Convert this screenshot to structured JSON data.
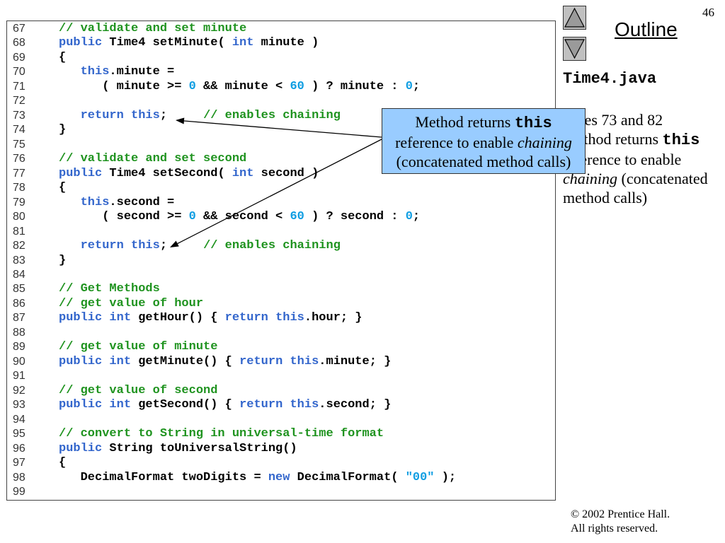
{
  "slide": {
    "page_number": "46",
    "outline_link": "Outline",
    "file_name": "Time4.java",
    "copyright": "© 2002 Prentice Hall.",
    "rights": "All rights reserved."
  },
  "nav": {
    "previous_icon": "triangle-up-icon",
    "next_icon": "triangle-down-icon"
  },
  "colors": {
    "comment": "#1f931f",
    "keyword": "#3366cc",
    "literal": "#0e9de2",
    "callout_fill": "#99ccff"
  },
  "side_note": {
    "line1": "Lines 73 and 82",
    "line2_text": "Method returns ",
    "line2_code": "this",
    "line3": "reference to enable",
    "line4_italic": "chaining",
    "line4_text": " (concatenated",
    "line5": "method calls)"
  },
  "callout": {
    "line1_text": "Method returns ",
    "line1_code": "this",
    "line2_text": "reference to enable ",
    "line2_italic": "chaining",
    "line3": "(concatenated method calls)"
  },
  "code": {
    "lines": [
      {
        "n": "67",
        "tokens": [
          {
            "comment": "// validate and set minute"
          }
        ]
      },
      {
        "n": "68",
        "tokens": [
          {
            "keyword": "public"
          },
          {
            "text": " Time4 setMinute( "
          },
          {
            "keyword": "int"
          },
          {
            "text": " minute )"
          }
        ]
      },
      {
        "n": "69",
        "tokens": [
          {
            "text": "{"
          }
        ]
      },
      {
        "n": "70",
        "tokens": [
          {
            "text": "   "
          },
          {
            "keyword": "this"
          },
          {
            "text": ".minute ="
          }
        ]
      },
      {
        "n": "71",
        "tokens": [
          {
            "text": "      ( minute >= "
          },
          {
            "literal": "0"
          },
          {
            "text": " && minute < "
          },
          {
            "literal": "60"
          },
          {
            "text": " ) ? minute : "
          },
          {
            "literal": "0"
          },
          {
            "text": ";"
          }
        ]
      },
      {
        "n": "72",
        "tokens": []
      },
      {
        "n": "73",
        "tokens": [
          {
            "text": "   "
          },
          {
            "keyword": "return"
          },
          {
            "text": " "
          },
          {
            "keyword": "this"
          },
          {
            "text": ";     "
          },
          {
            "comment": "// enables chaining"
          }
        ]
      },
      {
        "n": "74",
        "tokens": [
          {
            "text": "}"
          }
        ]
      },
      {
        "n": "75",
        "tokens": []
      },
      {
        "n": "76",
        "tokens": [
          {
            "comment": "// validate and set second"
          }
        ]
      },
      {
        "n": "77",
        "tokens": [
          {
            "keyword": "public"
          },
          {
            "text": " Time4 setSecond( "
          },
          {
            "keyword": "int"
          },
          {
            "text": " second )"
          }
        ]
      },
      {
        "n": "78",
        "tokens": [
          {
            "text": "{"
          }
        ]
      },
      {
        "n": "79",
        "tokens": [
          {
            "text": "   "
          },
          {
            "keyword": "this"
          },
          {
            "text": ".second ="
          }
        ]
      },
      {
        "n": "80",
        "tokens": [
          {
            "text": "      ( second >= "
          },
          {
            "literal": "0"
          },
          {
            "text": " && second < "
          },
          {
            "literal": "60"
          },
          {
            "text": " ) ? second : "
          },
          {
            "literal": "0"
          },
          {
            "text": ";"
          }
        ]
      },
      {
        "n": "81",
        "tokens": []
      },
      {
        "n": "82",
        "tokens": [
          {
            "text": "   "
          },
          {
            "keyword": "return"
          },
          {
            "text": " "
          },
          {
            "keyword": "this"
          },
          {
            "text": ";     "
          },
          {
            "comment": "// enables chaining"
          }
        ]
      },
      {
        "n": "83",
        "tokens": [
          {
            "text": "}"
          }
        ]
      },
      {
        "n": "84",
        "tokens": []
      },
      {
        "n": "85",
        "tokens": [
          {
            "comment": "// Get Methods"
          }
        ]
      },
      {
        "n": "86",
        "tokens": [
          {
            "comment": "// get value of hour"
          }
        ]
      },
      {
        "n": "87",
        "tokens": [
          {
            "keyword": "public"
          },
          {
            "text": " "
          },
          {
            "keyword": "int"
          },
          {
            "text": " getHour() { "
          },
          {
            "keyword": "return"
          },
          {
            "text": " "
          },
          {
            "keyword": "this"
          },
          {
            "text": ".hour; }"
          }
        ]
      },
      {
        "n": "88",
        "tokens": []
      },
      {
        "n": "89",
        "tokens": [
          {
            "comment": "// get value of minute"
          }
        ]
      },
      {
        "n": "90",
        "tokens": [
          {
            "keyword": "public"
          },
          {
            "text": " "
          },
          {
            "keyword": "int"
          },
          {
            "text": " getMinute() { "
          },
          {
            "keyword": "return"
          },
          {
            "text": " "
          },
          {
            "keyword": "this"
          },
          {
            "text": ".minute; }"
          }
        ]
      },
      {
        "n": "91",
        "tokens": []
      },
      {
        "n": "92",
        "tokens": [
          {
            "comment": "// get value of second"
          }
        ]
      },
      {
        "n": "93",
        "tokens": [
          {
            "keyword": "public"
          },
          {
            "text": " "
          },
          {
            "keyword": "int"
          },
          {
            "text": " getSecond() { "
          },
          {
            "keyword": "return"
          },
          {
            "text": " "
          },
          {
            "keyword": "this"
          },
          {
            "text": ".second; }"
          }
        ]
      },
      {
        "n": "94",
        "tokens": []
      },
      {
        "n": "95",
        "tokens": [
          {
            "comment": "// convert to String in universal-time format"
          }
        ]
      },
      {
        "n": "96",
        "tokens": [
          {
            "keyword": "public"
          },
          {
            "text": " String toUniversalString()"
          }
        ]
      },
      {
        "n": "97",
        "tokens": [
          {
            "text": "{"
          }
        ]
      },
      {
        "n": "98",
        "tokens": [
          {
            "text": "   DecimalFormat twoDigits = "
          },
          {
            "keyword": "new"
          },
          {
            "text": " DecimalFormat( "
          },
          {
            "literal": "\"00\""
          },
          {
            "text": " );"
          }
        ]
      },
      {
        "n": "99",
        "tokens": []
      }
    ]
  }
}
